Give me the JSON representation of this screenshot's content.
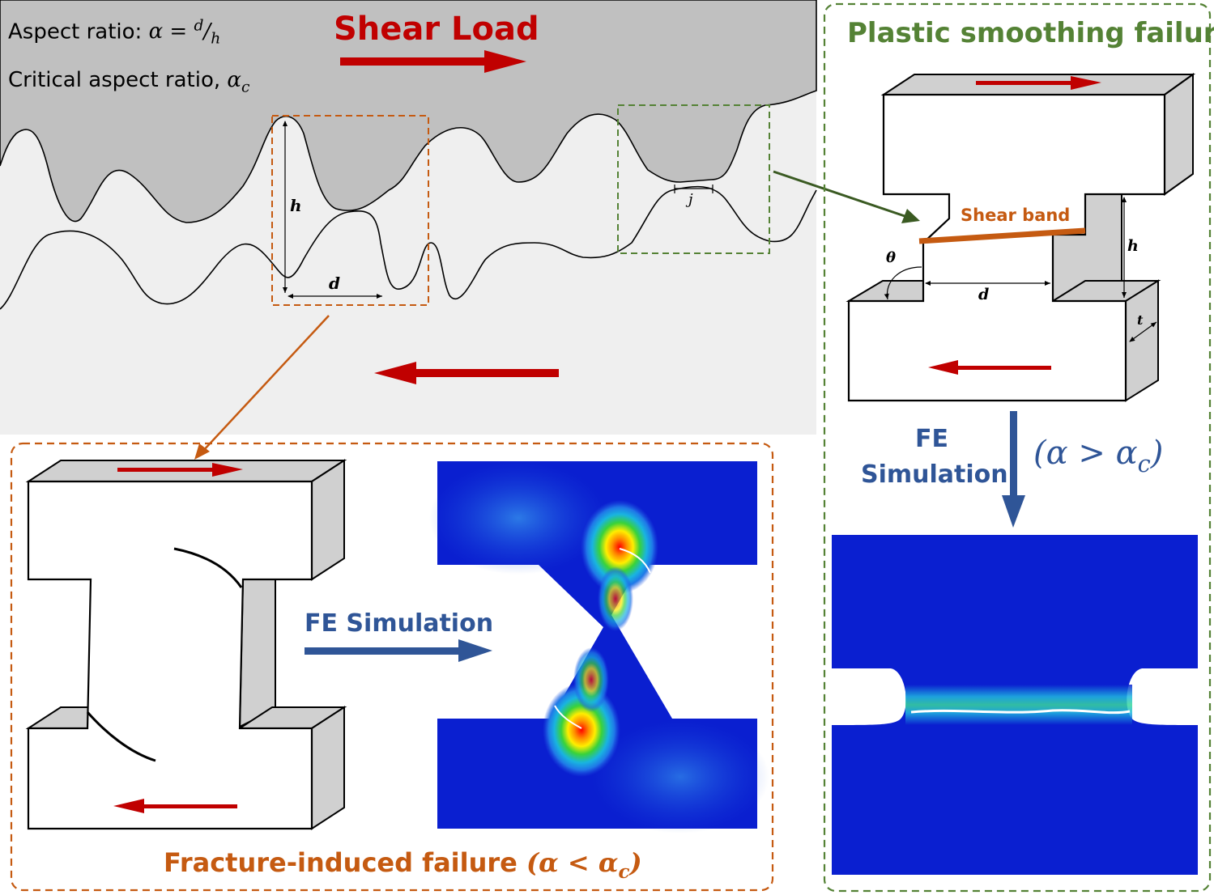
{
  "labels": {
    "aspect_ratio": "Aspect ratio:",
    "alpha_eq": "α = ",
    "d_over": "d",
    "h_under": "h",
    "critical": "Critical aspect ratio,",
    "alpha_c_base": "α",
    "alpha_c_sub": "c",
    "shear_load": "Shear Load",
    "plastic_title": "Plastic smoothing failure",
    "shear_band": "Shear band",
    "fe_sim_right_1": "FE",
    "fe_sim_right_2": "Simulation",
    "cond_gt": "(α > α",
    "cond_gt_sub": "c",
    "cond_gt_close": ")",
    "fe_sim_bottom": "FE Simulation",
    "fracture_title": "Fracture-induced failure",
    "cond_lt": "(α < α",
    "cond_lt_sub": "c",
    "cond_lt_close": ")",
    "dim_h": "h",
    "dim_d": "d",
    "dim_j": "j",
    "dim_theta": "θ",
    "dim_t": "t",
    "dim_h2": "h",
    "dim_d2": "d"
  },
  "colors": {
    "upper_surface": "#c0c0c0",
    "lower_surface": "#efefef",
    "arrow_red": "#c00000",
    "fracture_orange": "#c55a11",
    "plastic_green": "#548235",
    "fe_blue": "#2f5597",
    "shear_band": "#c55a11",
    "fe_background": "#0a1fd0",
    "block_side": "#d0d0d0"
  }
}
